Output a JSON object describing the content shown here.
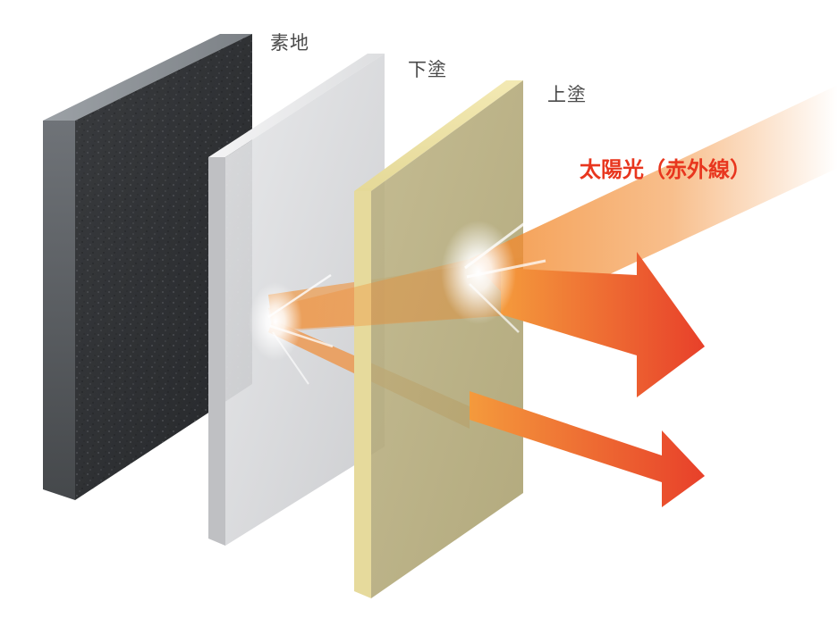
{
  "labels": {
    "substrate": "素地",
    "undercoat": "下塗",
    "topcoat": "上塗",
    "sunlight": "太陽光（赤外線）"
  },
  "colors": {
    "substrate_face": "#2b2d2f",
    "substrate_top": "#8b9095",
    "undercoat_face": "#d9dadc",
    "topcoat_face": "#b1a777",
    "topcoat_edge": "#efe4a8",
    "sunlight_text": "#e8361e",
    "beam": "#f28a2e",
    "arrow_tip": "#e8402a"
  }
}
